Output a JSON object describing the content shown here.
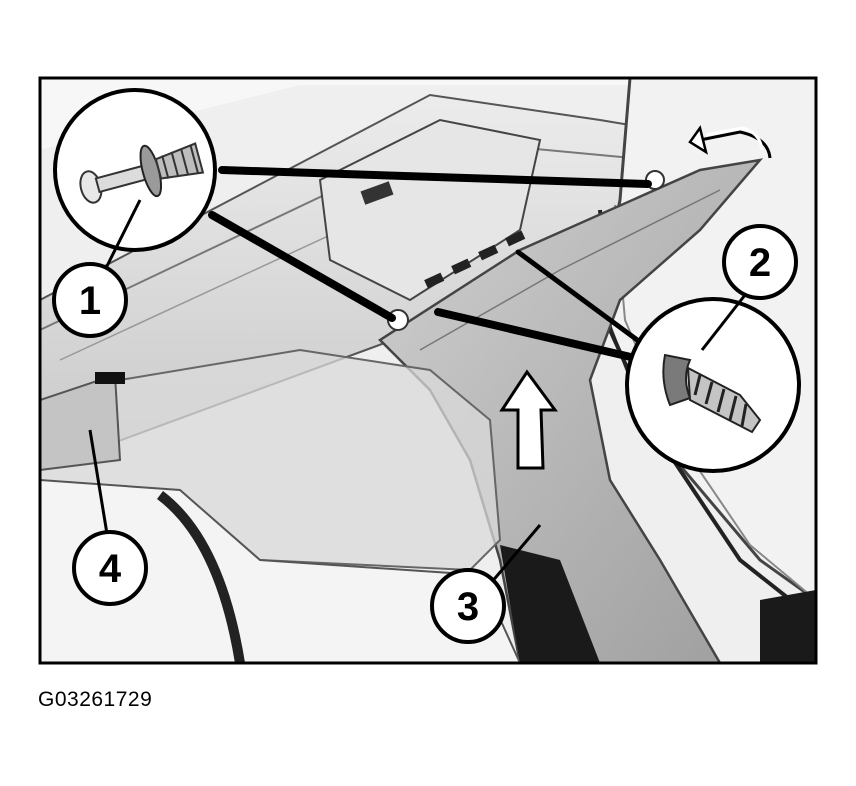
{
  "figure_id": "G03261729",
  "callouts": [
    {
      "label": "1",
      "part": "clip"
    },
    {
      "label": "2",
      "part": "clip"
    },
    {
      "label": "3",
      "part": "trim-panel"
    },
    {
      "label": "4",
      "part": "trim-panel"
    }
  ],
  "colors": {
    "frame": "#000000",
    "trim_panel": "#b4b4b4",
    "body": "#e0e0e0",
    "arrow_fill": "#ffffff"
  }
}
